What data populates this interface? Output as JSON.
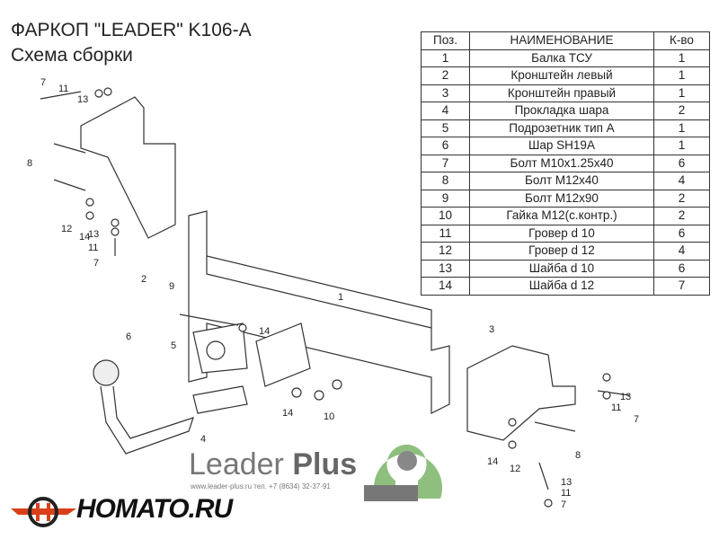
{
  "title": "ФАРКОП \"LEADER\" K106-A",
  "subtitle": "Схема сборки",
  "table": {
    "headers": [
      "Поз.",
      "НАИМЕНОВАНИЕ",
      "К-во"
    ],
    "rows": [
      [
        "1",
        "Балка ТСУ",
        "1"
      ],
      [
        "2",
        "Кронштейн левый",
        "1"
      ],
      [
        "3",
        "Кронштейн правый",
        "1"
      ],
      [
        "4",
        "Прокладка шара",
        "2"
      ],
      [
        "5",
        "Подрозетник тип А",
        "1"
      ],
      [
        "6",
        "Шар SH19A",
        "1"
      ],
      [
        "7",
        "Болт M10x1.25x40",
        "6"
      ],
      [
        "8",
        "Болт M12x40",
        "4"
      ],
      [
        "9",
        "Болт M12x90",
        "2"
      ],
      [
        "10",
        "Гайка M12(с.контр.)",
        "2"
      ],
      [
        "11",
        "Гровер d 10",
        "6"
      ],
      [
        "12",
        "Гровер d 12",
        "4"
      ],
      [
        "13",
        "Шайба d 10",
        "6"
      ],
      [
        "14",
        "Шайба d 12",
        "7"
      ]
    ]
  },
  "callouts": [
    "7",
    "11",
    "13",
    "8",
    "12",
    "14",
    "13",
    "11",
    "7",
    "2",
    "1",
    "9",
    "14",
    "5",
    "6",
    "4",
    "14",
    "10",
    "3",
    "13",
    "11",
    "7",
    "8",
    "14",
    "12",
    "13",
    "11",
    "7"
  ],
  "brand": {
    "name_light": "Leader ",
    "name_bold": "Plus",
    "contact": "www.leader-plus.ru   тел. +7 (8634) 32-37-91",
    "site": "HOMATO.RU"
  },
  "colors": {
    "logo_green": "#8fbf7f",
    "logo_gray": "#777777",
    "homato_red": "#d9401a"
  }
}
